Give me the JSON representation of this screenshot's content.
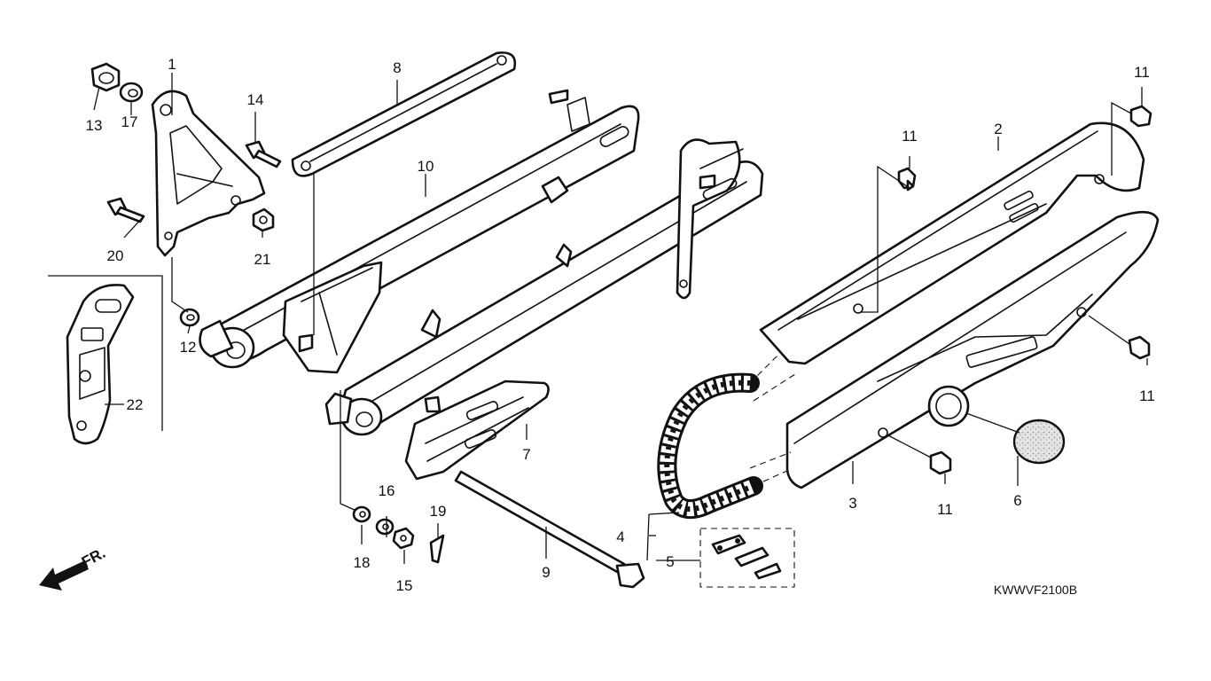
{
  "diagram_code": "KWWVF2100B",
  "direction_label": "FR.",
  "callouts": {
    "c1": "1",
    "c2": "2",
    "c3": "3",
    "c4": "4",
    "c5": "5",
    "c6": "6",
    "c7": "7",
    "c8": "8",
    "c9": "9",
    "c10": "10",
    "c11a": "11",
    "c11b": "11",
    "c11c": "11",
    "c11d": "11",
    "c12": "12",
    "c13": "13",
    "c14": "14",
    "c15": "15",
    "c16": "16",
    "c17": "17",
    "c18": "18",
    "c19": "19",
    "c20": "20",
    "c21": "21",
    "c22": "22"
  },
  "colors": {
    "ink": "#111111",
    "paper": "#ffffff",
    "speckle": "#888888"
  }
}
